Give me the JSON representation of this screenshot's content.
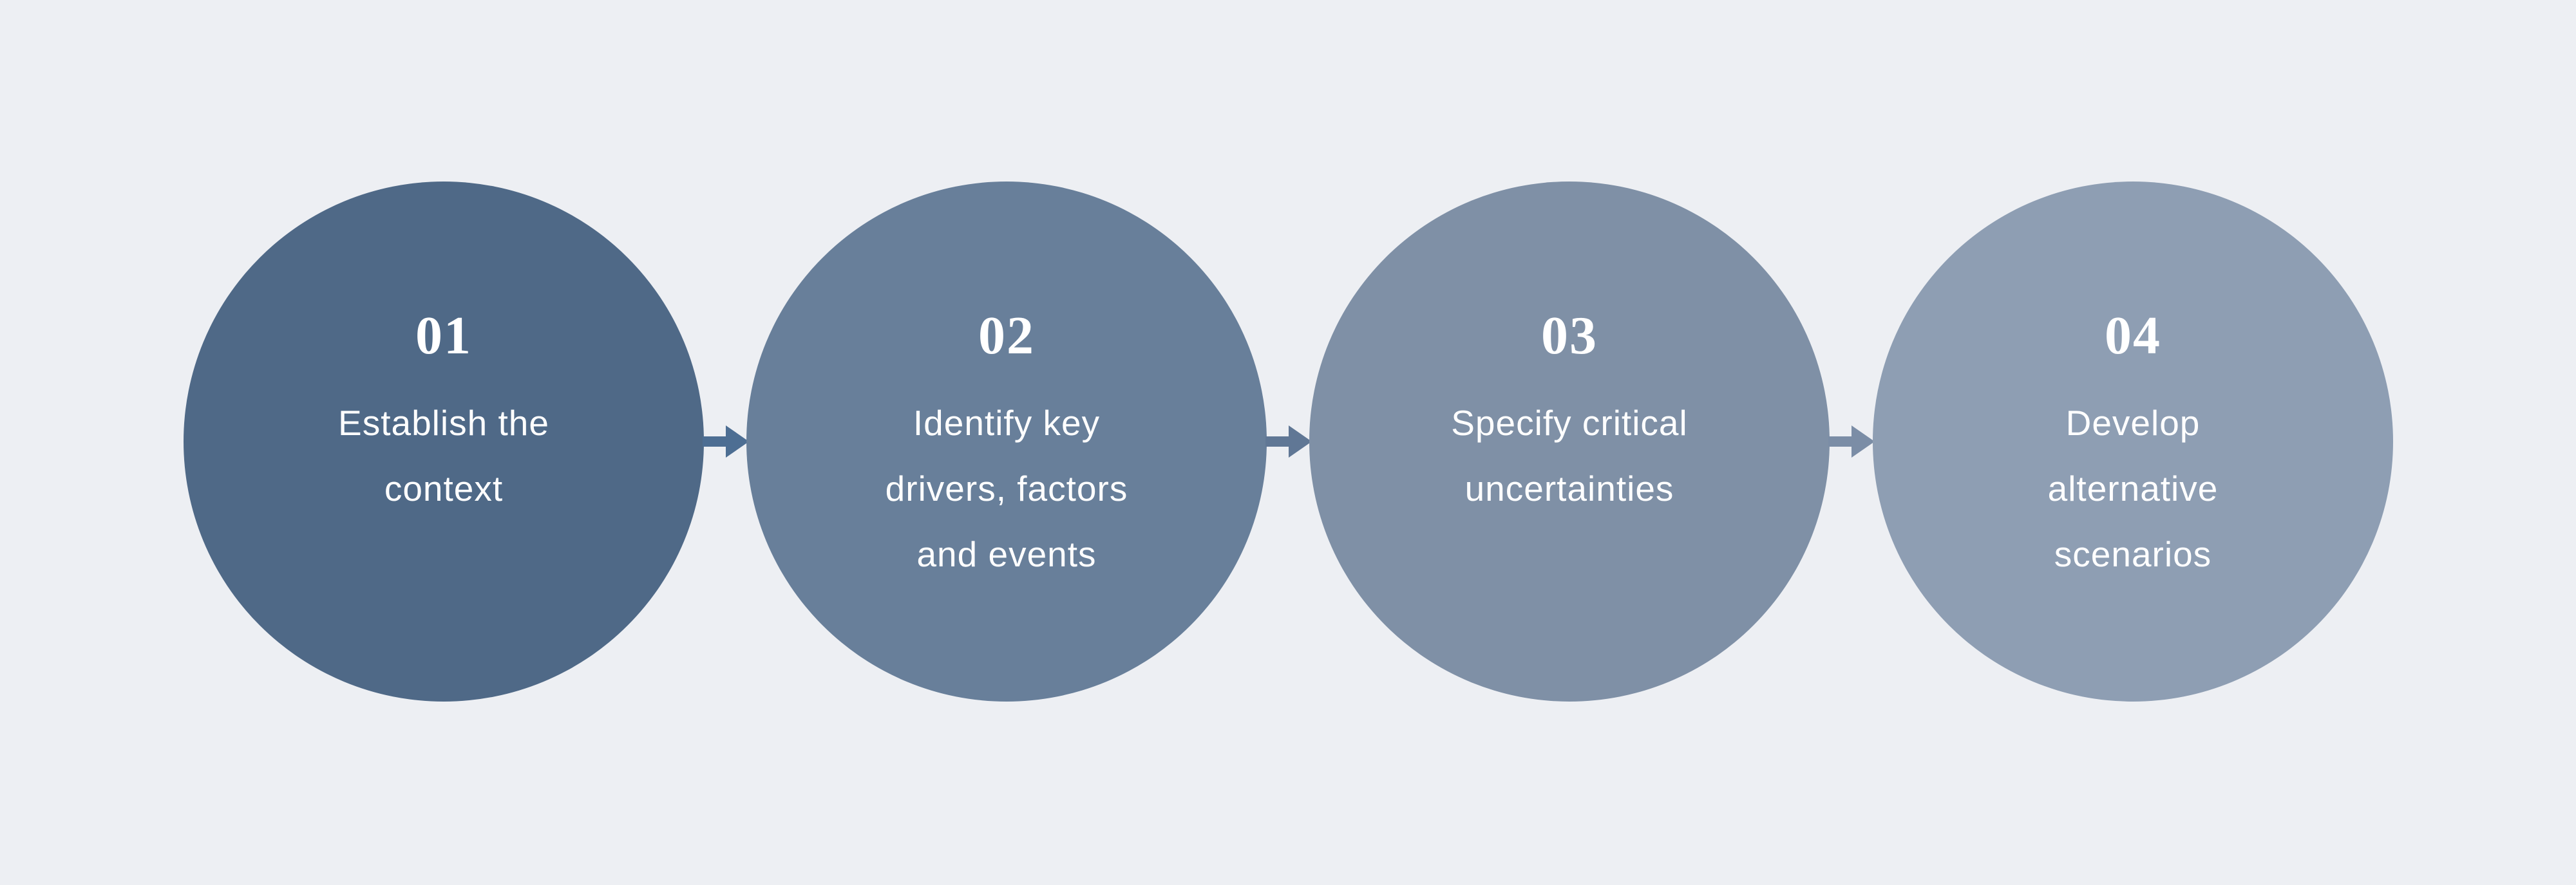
{
  "background_color": "#EDEFF3",
  "text_color": "#FFFFFF",
  "steps": [
    {
      "number": "01",
      "label": "Establish the context",
      "lines": [
        "Establish the",
        "context"
      ],
      "color": "#4F6987"
    },
    {
      "number": "02",
      "label": "Identify key drivers, factors and events",
      "lines": [
        "Identify key",
        "drivers, factors",
        "and events"
      ],
      "color": "#687F9A"
    },
    {
      "number": "03",
      "label": "Specify critical uncertainties",
      "lines": [
        "Specify critical",
        "uncertainties"
      ],
      "color": "#7F90A6"
    },
    {
      "number": "04",
      "label": "Develop alternative scenarios",
      "lines": [
        "Develop",
        "alternative",
        "scenarios"
      ],
      "color": "#8E9EB3"
    }
  ],
  "arrows": [
    {
      "direction": "right",
      "color": "#4D6E93"
    },
    {
      "direction": "right",
      "color": "#607795"
    },
    {
      "direction": "right",
      "color": "#7B8DA6"
    }
  ]
}
